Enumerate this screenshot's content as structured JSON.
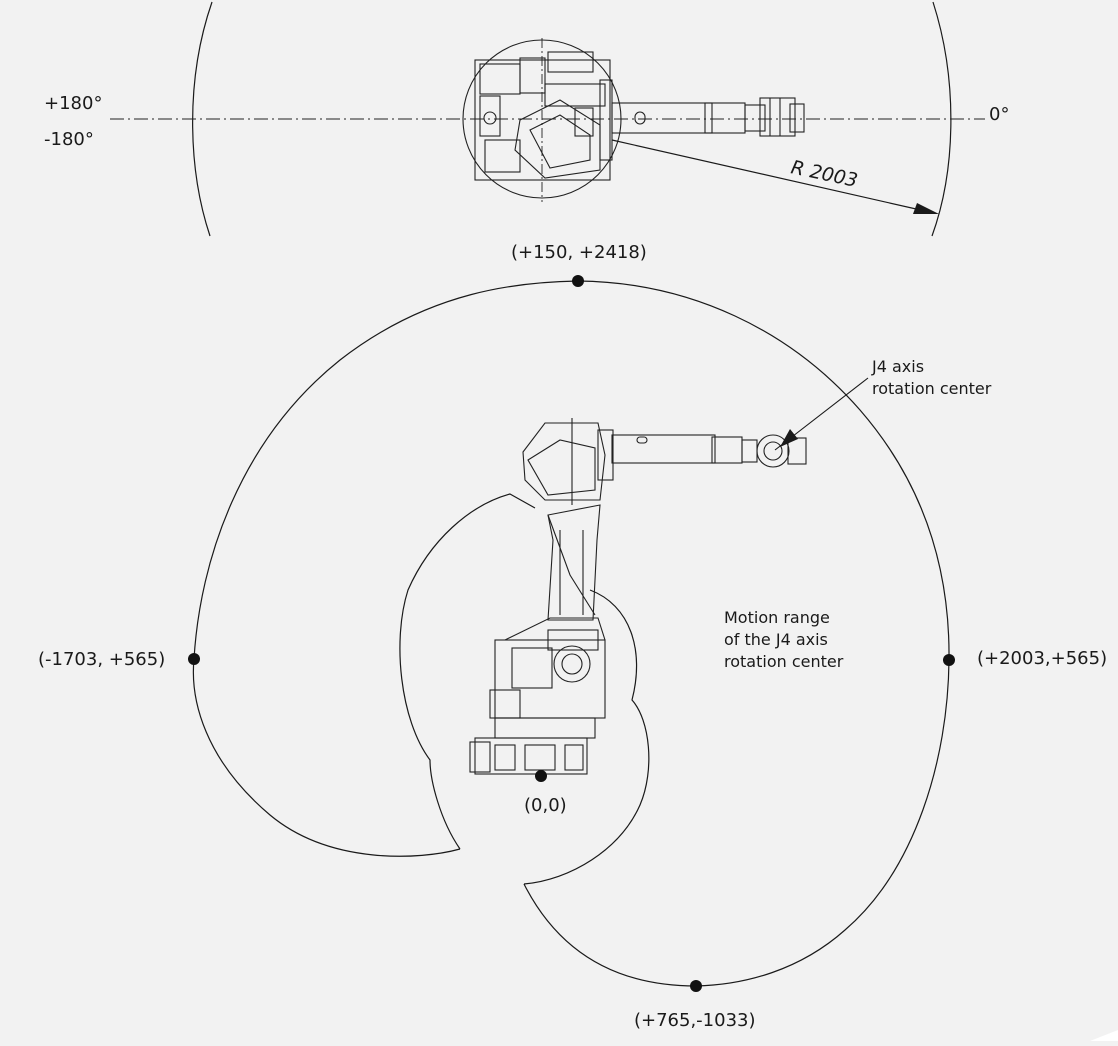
{
  "top_view": {
    "angle_plus": "+180°",
    "angle_minus": "-180°",
    "angle_zero": "0°",
    "radius_label": "R  2003"
  },
  "side_view": {
    "points": {
      "top": "(+150, +2418)",
      "left": "(-1703, +565)",
      "right": "(+2003,+565)",
      "bottom": "(+765,-1033)",
      "origin": "(0,0)"
    },
    "j4_label_line1": "J4 axis",
    "j4_label_line2": "rotation center",
    "motion_line1": "Motion range",
    "motion_line2": "of the J4 axis",
    "motion_line3": "rotation center"
  },
  "colors": {
    "background": "#f2f2f2",
    "ink": "#1a1a1a"
  }
}
